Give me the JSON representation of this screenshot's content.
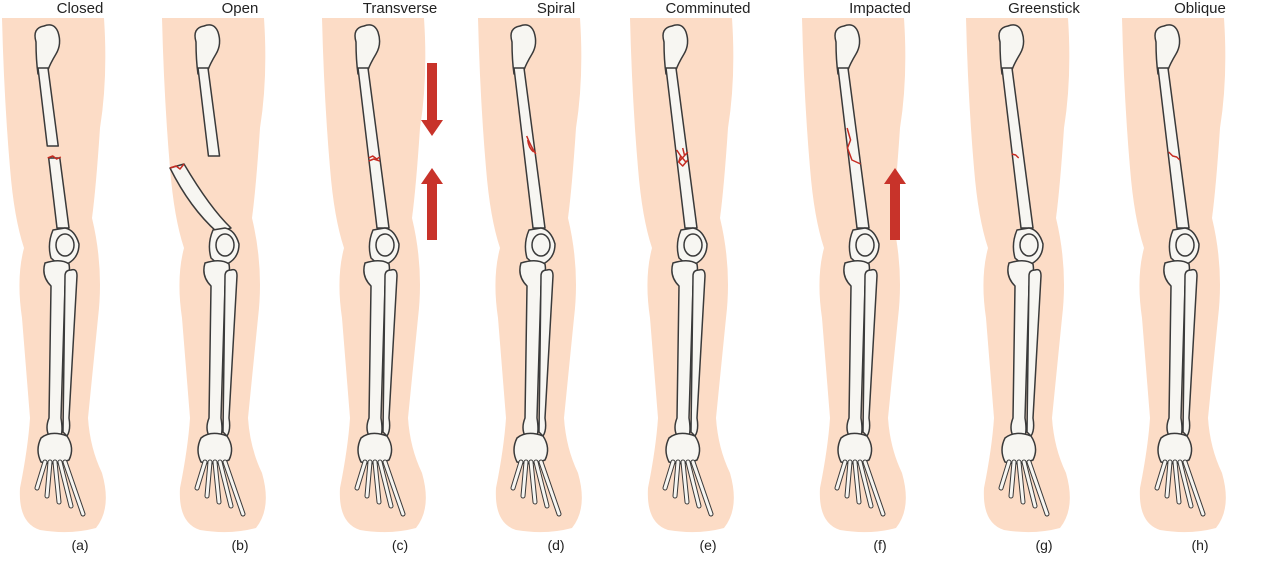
{
  "colors": {
    "skin": "#fcdcc6",
    "bone_fill": "#f7f6f2",
    "bone_stroke": "#3a3a3a",
    "fracture": "#c62c22",
    "arrow": "#c8332a"
  },
  "panels": [
    {
      "title": "Closed",
      "caption": "(a)",
      "fracture": "closed"
    },
    {
      "title": "Open",
      "caption": "(b)",
      "fracture": "open"
    },
    {
      "title": "Transverse",
      "caption": "(c)",
      "fracture": "transverse"
    },
    {
      "title": "Spiral",
      "caption": "(d)",
      "fracture": "spiral"
    },
    {
      "title": "Comminuted",
      "caption": "(e)",
      "fracture": "comminuted"
    },
    {
      "title": "Impacted",
      "caption": "(f)",
      "fracture": "impacted"
    },
    {
      "title": "Greenstick",
      "caption": "(g)",
      "fracture": "greenstick"
    },
    {
      "title": "Oblique",
      "caption": "(h)",
      "fracture": "oblique"
    }
  ]
}
